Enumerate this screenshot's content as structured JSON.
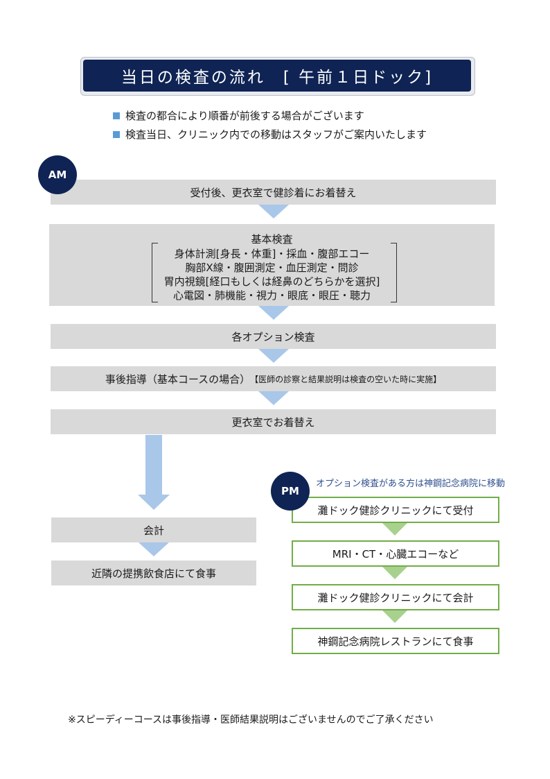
{
  "title": "当日の検査の流れ　[ 午前１日ドック]",
  "notes": [
    "検査の都合により順番が前後する場合がございます",
    "検査当日、クリニック内での移動はスタッフがご案内いたします"
  ],
  "am": {
    "badge": "AM",
    "steps": {
      "changing": "受付後、更衣室で健診着にお着替え",
      "basic_title": "基本検査",
      "basic_lines": [
        "身体計測[身長・体重]・採血・腹部エコー",
        "胸部X線・腹囲測定・血圧測定・問診",
        "胃内視鏡[経口もしくは経鼻のどちらかを選択]",
        "心電図・肺機能・視力・眼底・眼圧・聴力"
      ],
      "options": "各オプション検査",
      "guidance": "事後指導（基本コースの場合）",
      "guidance_note": "【医師の診察と結果説明は検査の空いた時に実施】",
      "change_back": "更衣室でお着替え"
    }
  },
  "left_path": {
    "payment": "会計",
    "meal": "近隣の提携飲食店にて食事"
  },
  "pm": {
    "badge": "PM",
    "caption": "オプション検査がある方は神鋼記念病院に移動",
    "steps": [
      "灘ドック健診クリニックにて受付",
      "MRI・CT・心臓エコーなど",
      "灘ドック健診クリニックにて会計",
      "神鋼記念病院レストランにて食事"
    ]
  },
  "footnote": "※スピーディーコースは事後指導・医師結果説明はございませんのでご了承ください",
  "colors": {
    "navy": "#0f2454",
    "step_gray": "#d9d9d9",
    "arrow_blue": "#a9c7e8",
    "pm_green": "#70ad47",
    "pm_arrow_green": "#a9d18e",
    "bullet_blue": "#5b9bd5"
  }
}
